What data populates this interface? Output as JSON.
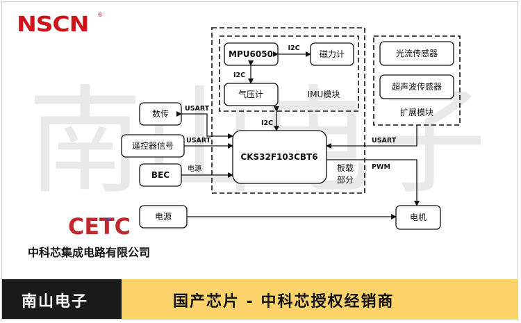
{
  "brand": {
    "logo_text": "NSCN",
    "reg_mark": "®",
    "color": "#d0121b"
  },
  "watermark": {
    "text": "南山电子"
  },
  "diagram": {
    "imu_group_label": "IMU模块",
    "ext_group_label": "扩展模块",
    "board_group_label_1": "板载",
    "board_group_label_2": "部分",
    "blocks": {
      "mpu": "MPU6050",
      "mag": "磁力计",
      "baro": "气压计",
      "optical": "光流传感器",
      "ultra": "超声波传感器",
      "mcu": "CKS32F103CBT6",
      "datalink": "数传",
      "rc": "遥控器信号",
      "bec": "BEC",
      "power": "电源",
      "motor": "电机"
    },
    "labels": {
      "i2c_mpu_mag": "I2C",
      "i2c_mpu_baro": "I2C",
      "i2c_imu_mcu": "I2C",
      "usart_datalink": "USART",
      "usart_rc": "USART",
      "power_bec": "电源",
      "usart_ext": "USART",
      "pwm": "PWM"
    }
  },
  "cetc": {
    "logo_text": "CETC",
    "logo_color": "#c0282e",
    "accent_color": "#7a3b8f",
    "company_name": "中科芯集成电路有限公司"
  },
  "footer": {
    "left_text": "南山电子",
    "right_text": "国产芯片 - 中科芯授权经销商",
    "dark_color": "#1a1a1a",
    "accent_color": "#fcd36a"
  }
}
